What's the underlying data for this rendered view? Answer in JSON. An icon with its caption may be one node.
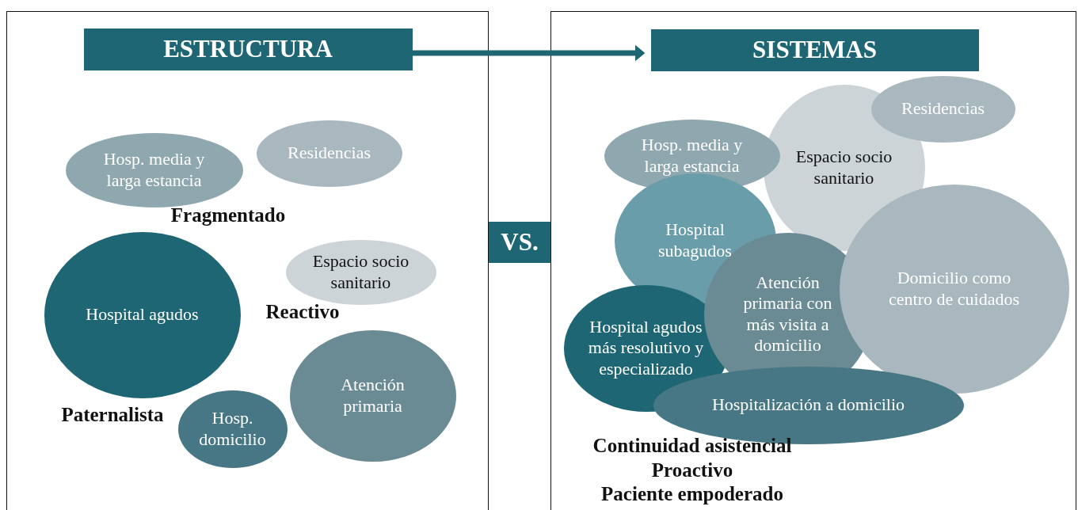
{
  "diagram": {
    "nodes": [
      {
        "text": [],
        "shape": "box"
      },
      {
        "text": [
          "ESTRUCTURA"
        ],
        "in": 0
      },
      {
        "text": [
          "Hosp. media y larga estancia"
        ],
        "in": 0
      },
      {
        "text": [
          "Residencias"
        ],
        "in": 0
      },
      {
        "text": [
          "Hospital agudos"
        ],
        "in": 0
      },
      {
        "text": [
          "Espacio socio sanitario"
        ],
        "in": 0
      },
      {
        "text": [
          "Atención primaria"
        ],
        "in": 0
      },
      {
        "text": [
          "Hosp. domicilio"
        ],
        "in": 0
      },
      {
        "text": [
          "VS."
        ]
      },
      {
        "text": [],
        "shape": "box"
      },
      {
        "text": [
          "SISTEMAS"
        ],
        "in": 9
      },
      {
        "text": [
          "Residencias"
        ],
        "in": 9
      },
      {
        "text": [
          "Espacio socio sanitario"
        ],
        "in": 9
      },
      {
        "text": [
          "Hosp. media y larga estancia"
        ],
        "in": 9
      },
      {
        "text": [
          "Hospital subagudos"
        ],
        "in": 9
      },
      {
        "text": [
          "Domicilio como centro de cuidados"
        ],
        "in": 9
      },
      {
        "text": [
          "Atención primaria con más visita a domicilio"
        ],
        "in": 9
      },
      {
        "text": [
          "Hospital agudos más resolutivo y especializado"
        ],
        "in": 9
      },
      {
        "text": [
          "Hospitalización a domicilio"
        ],
        "in": 9
      }
    ],
    "edges": [
      {
        "from": 1,
        "to": 10,
        "arrow": "to"
      }
    ],
    "labels": [
      "Fragmentado",
      "Reactivo",
      "Paternalista",
      "Continuidad asistencial",
      "Proactivo",
      "Paciente empoderado"
    ]
  }
}
